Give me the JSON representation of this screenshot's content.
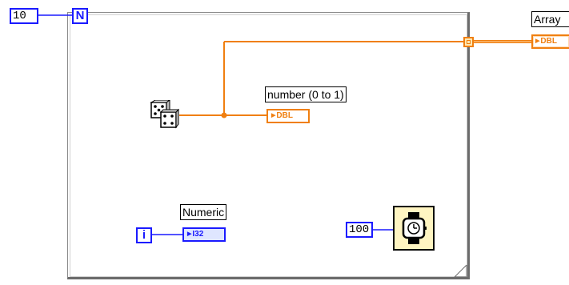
{
  "block_diagram": {
    "count_constant": "10",
    "count_terminal": "N",
    "iteration_terminal": "i",
    "random_label": "number (0 to 1)",
    "random_indicator": "DBL",
    "array_label": "Array",
    "array_indicator": "DBL",
    "numeric_label": "Numeric",
    "numeric_indicator": "I32",
    "wait_constant": "100"
  },
  "colors": {
    "dbl_wire": "#f07f10",
    "int_wire": "#1a1aff",
    "wait_bg": "#fff5c2"
  },
  "icons": {
    "random_function": "dice-icon",
    "wait_function": "wristwatch-icon",
    "indexing_tunnel": "tunnel-icon"
  }
}
